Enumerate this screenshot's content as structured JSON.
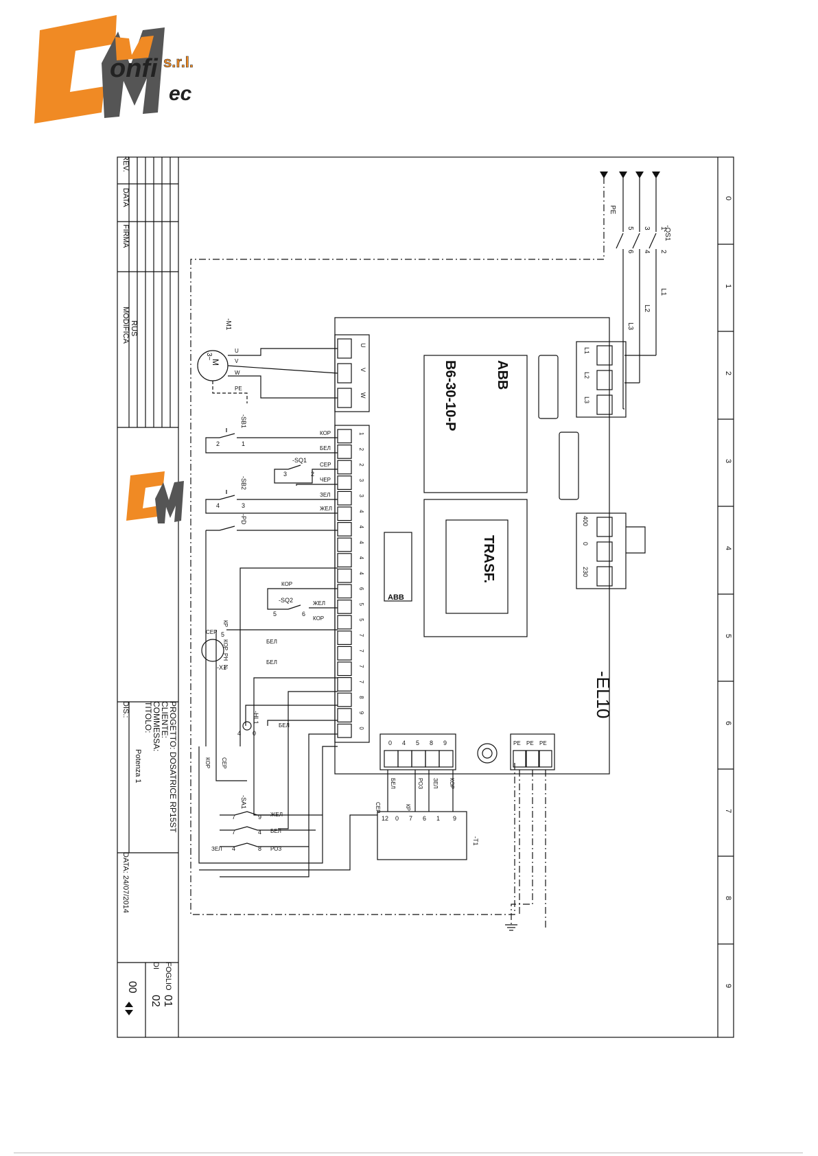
{
  "logo": {
    "word_onfi": "onfi",
    "word_ec": "ec",
    "srl": "s.r.l."
  },
  "colors": {
    "brand_orange": "#f08a24",
    "logo_grey": "#555555",
    "line": "#111111"
  },
  "grid_top": [
    "0",
    "1",
    "2",
    "3",
    "4",
    "5",
    "6",
    "7",
    "8",
    "9"
  ],
  "supply": {
    "qs1": "-QS1",
    "pe": "PE",
    "l1": "L1",
    "l2": "L2",
    "l3": "L3",
    "qs1_pins_top": [
      "1",
      "3",
      "5"
    ],
    "qs1_pins_bot": [
      "2",
      "4",
      "6"
    ]
  },
  "board": {
    "name": "-EL10",
    "abb_title": "ABB",
    "abb_model": "B6-30-10-P",
    "trasf": "TRASF.",
    "abb_small": "ABB",
    "line_terms": [
      "L1",
      "L2",
      "L3"
    ],
    "tr_terms": [
      "400",
      "0",
      "230"
    ],
    "motor_terms": [
      "U",
      "V",
      "W"
    ],
    "strip_nums": [
      "1",
      "2",
      "2",
      "3",
      "3",
      "4",
      "4",
      "4",
      "4",
      "4",
      "6",
      "5",
      "5",
      "7",
      "7",
      "7",
      "7",
      "8",
      "9",
      "0"
    ],
    "bottom_terms": [
      "0",
      "4",
      "5",
      "8",
      "9"
    ],
    "pe_terms": [
      "PE",
      "PE",
      "PE"
    ]
  },
  "wires": {
    "k1": "КОР",
    "b1": "БЕЛ",
    "s1": "СЕР",
    "ch": "ЧЕР",
    "z1": "ЗЕЛ",
    "zh1": "ЖЕЛ",
    "k2": "КОР",
    "zh2": "ЖЕЛ",
    "k3": "КОР",
    "b2": "БЕЛ",
    "b3": "БЕЛ",
    "b4": "БЕЛ",
    "bt_bel": "БЕЛ",
    "bt_roz": "РОЗ",
    "bt_zel": "ЗЕЛ",
    "bt_kor": "КОР",
    "sa_zhel": "ЖЕЛ",
    "sa_bel": "БЕЛ",
    "sa_roz": "РОЗ",
    "sa_zel": "ЗЕЛ",
    "cer_x1": "СЕР",
    "kor_v": "КОР",
    "cer_v": "СЕР",
    "cep_t1": "СЕР",
    "kp_t1": "КР",
    "kp_x1": "КР",
    "kor_x1": "КОР",
    "ph_x1": "PH",
    "n_x1": "N"
  },
  "components": {
    "m1": "-M1",
    "m1_sym": "M",
    "m1_sub": "3~",
    "m1_pins": [
      "U",
      "V",
      "W",
      "PE"
    ],
    "sb1": "-SB1",
    "sb1_p": [
      "2",
      "1"
    ],
    "sq1": "-SQ1",
    "sq1_p": [
      "3",
      "2"
    ],
    "sb2": "-SB2",
    "sb2_p": [
      "4",
      "3"
    ],
    "pd": "-PD",
    "sq2": "-SQ2",
    "sq2_p": [
      "5",
      "6"
    ],
    "x1": "-X1",
    "x1_five": "5",
    "hl1": "-HL1",
    "hl1_p": [
      "4",
      "0"
    ],
    "sa1": "-SA1",
    "sa1_p": [
      "7",
      "9",
      "7",
      "4",
      "4",
      "8"
    ],
    "t1": "-T1",
    "t1_pins": [
      "12",
      "0",
      "7",
      "6",
      "1",
      "9"
    ]
  },
  "title_block": {
    "rev": "REV.",
    "data": "DATA",
    "firma": "FIRMA",
    "modifica": "MODIFICA",
    "rus": "RUS",
    "progetto": "PROGETTO: DOSATRICE  RP15ST",
    "cliente": "CLIENTE:",
    "commessa": "COMMESSA:",
    "titolo": "TITOLO:",
    "titolo_val": "Potenza 1",
    "dis": "DIS.:",
    "data_val": "DATA: 24/07/2014",
    "foglio": "FOGLIO",
    "foglio_val": "01",
    "di": "DI",
    "di_val": "02",
    "rev_val": "00"
  }
}
